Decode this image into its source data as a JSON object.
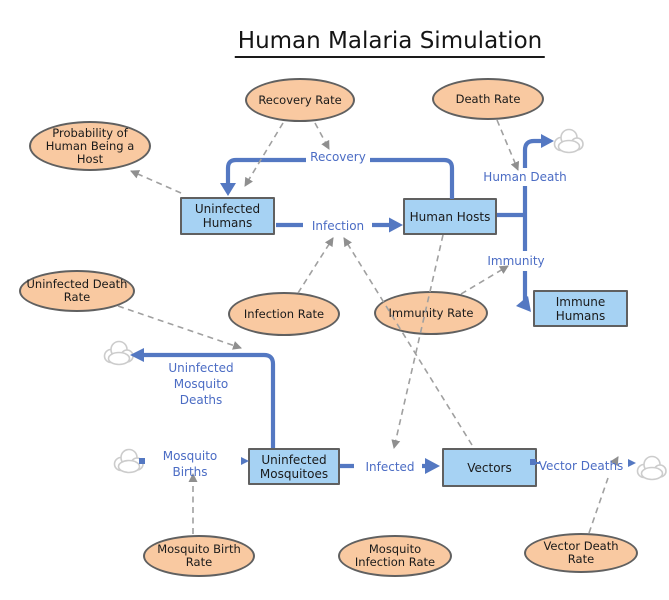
{
  "title": "Human Malaria Simulation",
  "colors": {
    "converter_fill": "#F9C9A1",
    "converter_border": "#606060",
    "stock_fill": "#A6D2F3",
    "stock_border": "#606060",
    "flow_pipe": "#5478C2",
    "flow_label": "#4B6CC4",
    "connector": "#A0A0A0",
    "cloud_outline": "#CCCCCC"
  },
  "stocks": [
    {
      "id": "uninfected-humans",
      "label": "Uninfected\nHumans"
    },
    {
      "id": "human-hosts",
      "label": "Human Hosts"
    },
    {
      "id": "immune-humans",
      "label": "Immune\nHumans"
    },
    {
      "id": "uninfected-mosquitoes",
      "label": "Uninfected\nMosquitoes"
    },
    {
      "id": "vectors",
      "label": "Vectors"
    }
  ],
  "converters": [
    {
      "id": "recovery-rate",
      "label": "Recovery Rate"
    },
    {
      "id": "death-rate",
      "label": "Death Rate"
    },
    {
      "id": "probability-of-human-being-a-host",
      "label": "Probability of\nHuman Being a\nHost"
    },
    {
      "id": "uninfected-death-rate",
      "label": "Uninfected Death\nRate"
    },
    {
      "id": "infection-rate",
      "label": "Infection Rate"
    },
    {
      "id": "immunity-rate",
      "label": "Immunity Rate"
    },
    {
      "id": "mosquito-birth-rate",
      "label": "Mosquito Birth\nRate"
    },
    {
      "id": "mosquito-infection-rate",
      "label": "Mosquito\nInfection Rate"
    },
    {
      "id": "vector-death-rate",
      "label": "Vector Death\nRate"
    }
  ],
  "flows": [
    {
      "id": "recovery",
      "label": "Recovery"
    },
    {
      "id": "infection",
      "label": "Infection"
    },
    {
      "id": "human-death",
      "label": "Human Death"
    },
    {
      "id": "immunity",
      "label": "Immunity"
    },
    {
      "id": "uninfected-mosquito-deaths",
      "label": "Uninfected\nMosquito\nDeaths"
    },
    {
      "id": "mosquito-births",
      "label": "Mosquito\nBirths"
    },
    {
      "id": "infected",
      "label": "Infected"
    },
    {
      "id": "vector-deaths",
      "label": "Vector Deaths"
    }
  ],
  "clouds": [
    "human-death-sink",
    "uninfected-mosquito-deaths-sink",
    "mosquito-births-source",
    "vector-deaths-sink"
  ]
}
